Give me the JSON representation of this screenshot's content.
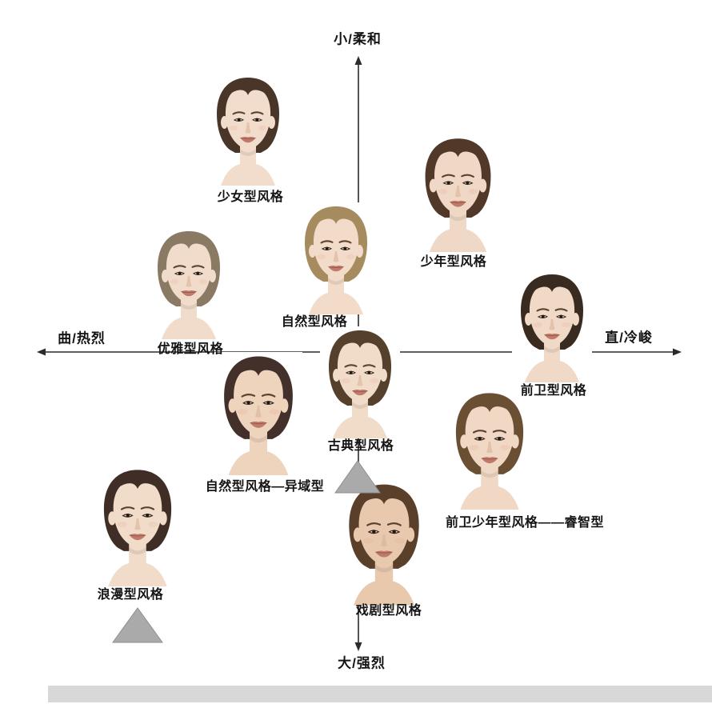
{
  "axes": {
    "top": "小/柔和",
    "bottom": "大/强烈",
    "left": "曲/热烈",
    "right": "直/冷峻"
  },
  "styles": [
    {
      "id": "girl-type",
      "label": "少女型风格",
      "hair": "#4a3628",
      "skin": "#f2ddcc"
    },
    {
      "id": "boy-type",
      "label": "少年型风格",
      "hair": "#513828",
      "skin": "#efd9c6"
    },
    {
      "id": "natural-type",
      "label": "自然型风格",
      "hair": "#a68b5f",
      "skin": "#f2dcc9"
    },
    {
      "id": "elegant-type",
      "label": "优雅型风格",
      "hair": "#8a7a64",
      "skin": "#f1dccb"
    },
    {
      "id": "avantgarde-type",
      "label": "前卫型风格",
      "hair": "#3a2b20",
      "skin": "#f0d9c6"
    },
    {
      "id": "classic-type",
      "label": "古典型风格",
      "hair": "#55402c",
      "skin": "#f1dbc9"
    },
    {
      "id": "natural-exotic-type",
      "label": "自然型风格—异域型",
      "hair": "#43302a",
      "skin": "#eed3bd"
    },
    {
      "id": "avantgarde-boy-wise",
      "label": "前卫少年型风格——睿智型",
      "hair": "#6b4f33",
      "skin": "#f0d8c4"
    },
    {
      "id": "romantic-type",
      "label": "浪漫型风格",
      "hair": "#3f2d26",
      "skin": "#f1dbc9"
    },
    {
      "id": "dramatic-type",
      "label": "戏剧型风格",
      "hair": "#5a3f2a",
      "skin": "#e8c9ae"
    }
  ],
  "markers": [
    {
      "shape": "triangle",
      "color": "#aaaaaa",
      "border": "#8f8f8f"
    },
    {
      "shape": "triangle",
      "color": "#aaaaaa",
      "border": "#8f8f8f"
    }
  ],
  "decor": {
    "axis_color": "#2b2b2b",
    "bottom_bar_color": "#d8d8d8"
  }
}
